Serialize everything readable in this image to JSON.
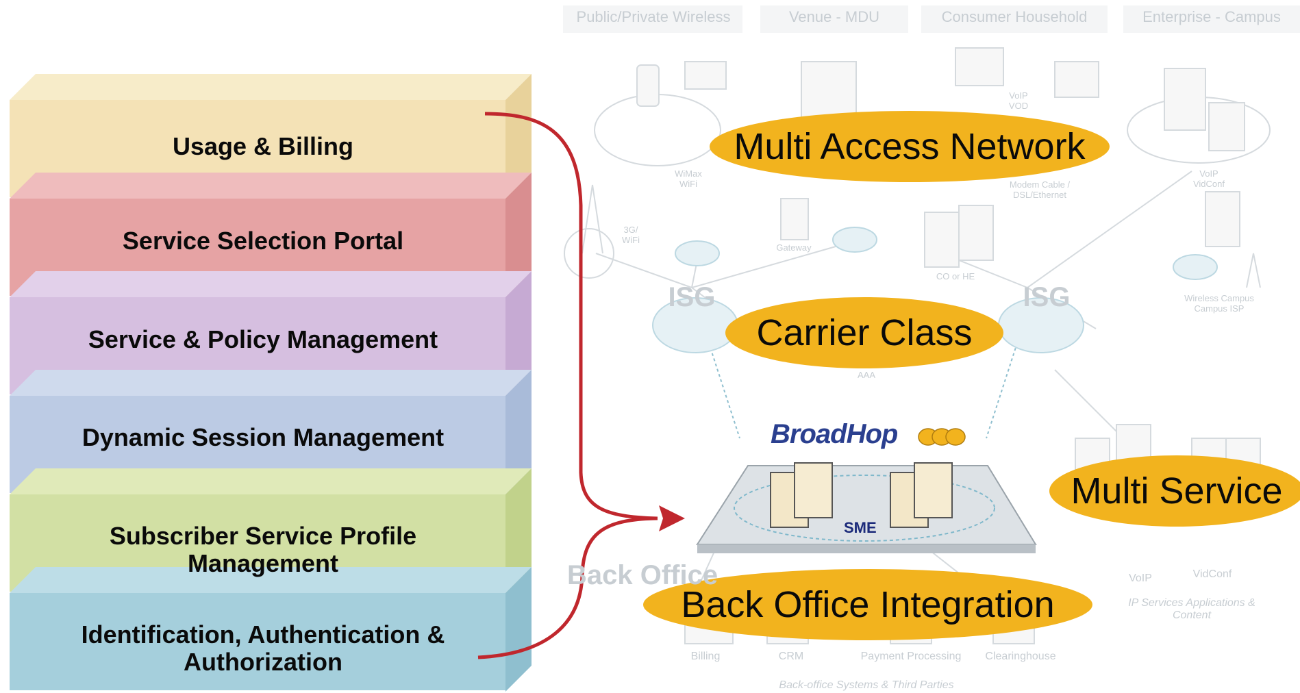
{
  "stack": [
    {
      "label": "Usage & Billing",
      "front": "#f4e2b6",
      "top": "#f7ecc9",
      "side": "#e8d29b"
    },
    {
      "label": "Service Selection Portal",
      "front": "#e6a3a4",
      "top": "#efbcbd",
      "side": "#d98e90"
    },
    {
      "label": "Service & Policy Management",
      "front": "#d6bfe0",
      "top": "#e2d0ea",
      "side": "#c6aad3"
    },
    {
      "label": "Dynamic Session Management",
      "front": "#bccbe4",
      "top": "#cfdaed",
      "side": "#a9bbd9"
    },
    {
      "label": "Subscriber Service Profile Management",
      "front": "#d2e0a4",
      "top": "#e0eab9",
      "side": "#c1d28b"
    },
    {
      "label": "Identification, Authentication & Authorization",
      "front": "#a5cfdc",
      "top": "#bddde7",
      "side": "#8fbfcf"
    }
  ],
  "ellipses": [
    {
      "label": "Multi Access Network"
    },
    {
      "label": "Carrier Class"
    },
    {
      "label": "Multi Service"
    },
    {
      "label": "Back Office Integration"
    }
  ],
  "background": {
    "columns": [
      "Public/Private Wireless",
      "Venue - MDU",
      "Consumer Household",
      "Enterprise - Campus"
    ],
    "isg_left": "ISG",
    "isg_right": "ISG",
    "labels": [
      "WiMax WiFi",
      "3G/ WiFi",
      "Gateway",
      "CO or HE",
      "VoIP VOD",
      "Modem Cable / DSL/Ethernet",
      "VoIP VidConf",
      "Wireless Campus Campus ISP",
      "AAA",
      "VoIP",
      "VidConf",
      "IP Services Applications & Content"
    ],
    "back_office": "Back Office",
    "back_items": [
      "Billing",
      "CRM",
      "Payment Processing",
      "Clearinghouse"
    ],
    "back_caption": "Back-office Systems & Third Parties"
  },
  "center": {
    "brand": "BroadHop",
    "platform": "SME"
  },
  "colors": {
    "ellipse_fill": "#f2b31e",
    "arrow": "#c0272d"
  }
}
